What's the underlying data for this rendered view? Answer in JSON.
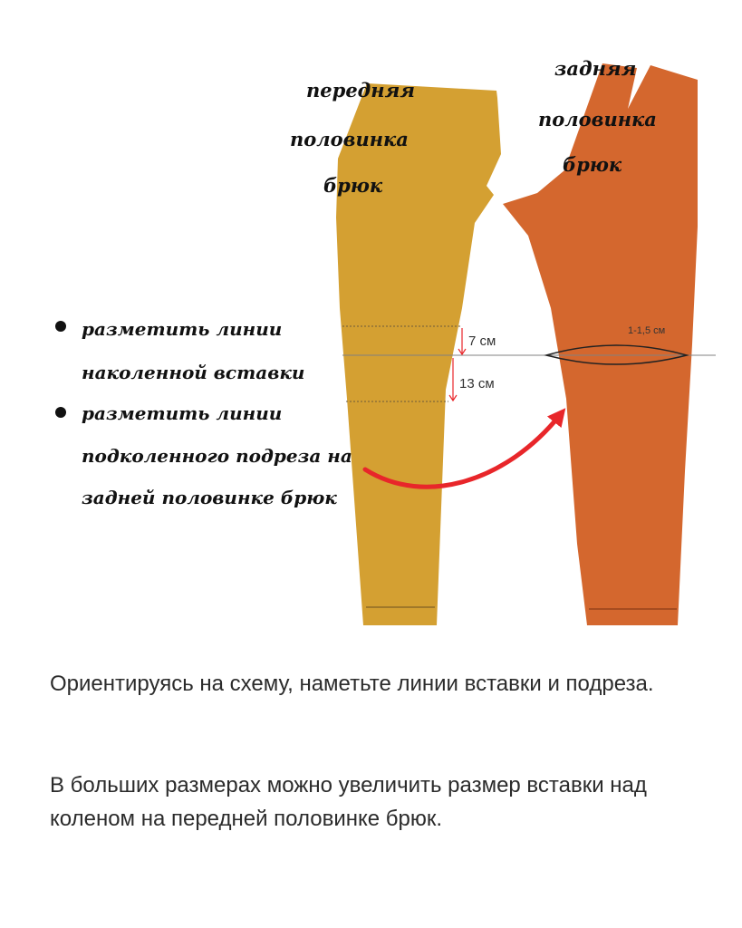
{
  "diagram": {
    "front_label": [
      "передняя",
      "половинка",
      "брюк"
    ],
    "back_label": [
      "задняя",
      "половинка",
      "брюк"
    ],
    "bullets": [
      [
        "разметить линии",
        "наколенной вставки"
      ],
      [
        "разметить линии",
        "подколенного подреза на",
        "задней половинке брюк"
      ]
    ],
    "measure_upper": "7 см",
    "measure_lower": "13 см",
    "measure_back": "1-1,5 см",
    "colors": {
      "front_piece": "#d4a032",
      "back_piece": "#d4672e",
      "arrow": "#e8262a",
      "bullet": "#111111"
    }
  },
  "text": {
    "para1": "Ориентируясь на схему, наметьте линии вставки и подреза.",
    "para2": "В больших размерах можно увеличить размер вставки над коленом на передней половинке брюк."
  }
}
